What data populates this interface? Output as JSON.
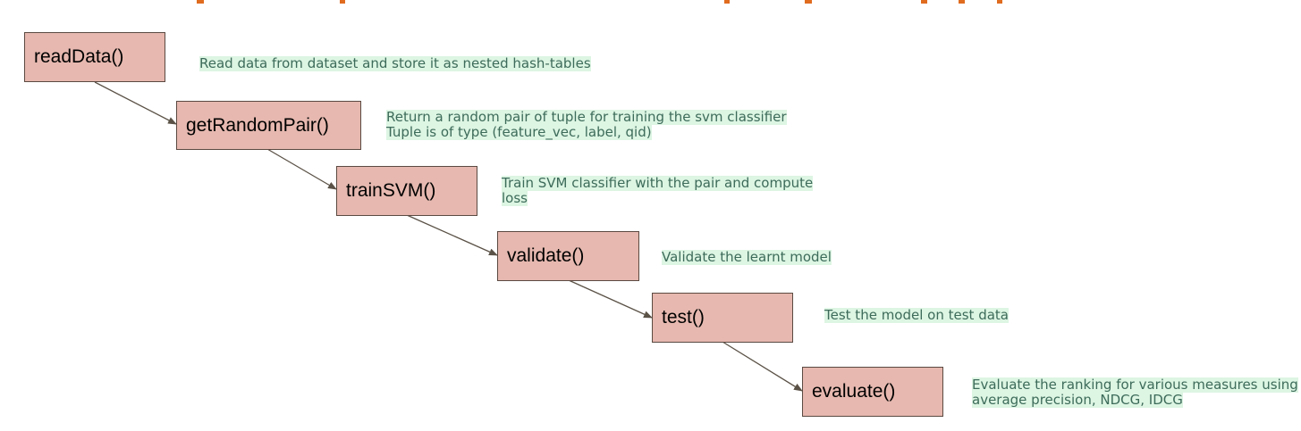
{
  "nodes": [
    {
      "id": "readData",
      "label": "readData()",
      "note": [
        "Read data from dataset and store it as nested hash-tables"
      ]
    },
    {
      "id": "getRandomPair",
      "label": "getRandomPair()",
      "note": [
        "Return a random pair of tuple for training the svm classifier",
        "Tuple is of type (feature_vec, label, qid)"
      ]
    },
    {
      "id": "trainSVM",
      "label": "trainSVM()",
      "note": [
        "Train SVM classifier with the pair and compute",
        "loss"
      ]
    },
    {
      "id": "validate",
      "label": "validate()",
      "note": [
        "Validate the learnt model"
      ]
    },
    {
      "id": "test",
      "label": "test()",
      "note": [
        "Test the model on test data"
      ]
    },
    {
      "id": "evaluate",
      "label": "evaluate()",
      "note": [
        "Evaluate the ranking for various measures using",
        "average precision, NDCG, IDCG"
      ]
    }
  ],
  "colors": {
    "box_fill": "#e6b8af",
    "box_border": "#5b4a42",
    "note_text": "#3d6b5a",
    "note_highlight": "#ddf5e3",
    "arrow": "#5b5247",
    "top_fragment": "#e06c1f"
  }
}
